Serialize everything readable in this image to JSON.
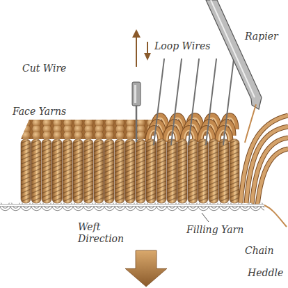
{
  "diagram": {
    "labels": [
      "Cut Wire",
      "Loop Wires",
      "Rapier",
      "Face Yarns",
      "Weft Direction",
      "Filling Yarn",
      "Chain",
      "Heddle"
    ]
  }
}
